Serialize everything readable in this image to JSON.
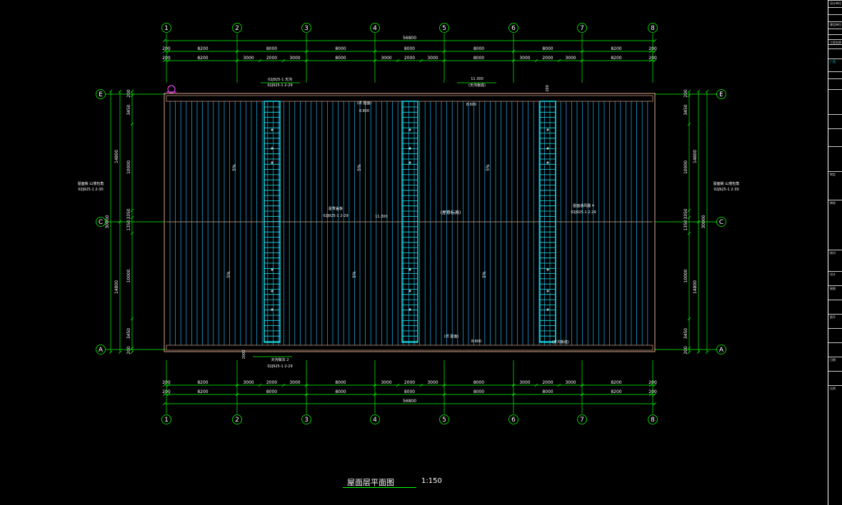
{
  "grid": {
    "columns": [
      "1",
      "2",
      "3",
      "4",
      "5",
      "6",
      "7",
      "8"
    ],
    "rows": [
      "E",
      "C",
      "A"
    ]
  },
  "dimensions": {
    "top_total": "56800",
    "top_row1": [
      "200",
      "8200",
      "8000",
      "8000",
      "8000",
      "8000",
      "8000",
      "8200",
      "200"
    ],
    "top_row2": [
      "200",
      "8200",
      "3000",
      "2000",
      "3000",
      "8000",
      "3000",
      "2000",
      "3000",
      "8000",
      "3000",
      "2000",
      "3000",
      "8200",
      "200"
    ],
    "bottom_row1": [
      "200",
      "8200",
      "3000",
      "2000",
      "3000",
      "8000",
      "3000",
      "2000",
      "3000",
      "8000",
      "3000",
      "2000",
      "3000",
      "8200",
      "200"
    ],
    "bottom_row2": [
      "200",
      "8200",
      "8000",
      "8000",
      "8000",
      "8000",
      "8000",
      "8200",
      "200"
    ],
    "bottom_total": "56800",
    "left_outer": [
      "200",
      "3450",
      "10000",
      "3350",
      "1350",
      "10000",
      "3450",
      "200"
    ],
    "left_mid": [
      "14800",
      "14800"
    ],
    "left_total": "30000",
    "right_outer": [
      "200",
      "3450",
      "10000",
      "3350",
      "1350",
      "10000",
      "3450",
      "200"
    ],
    "right_mid": [
      "14800",
      "14800"
    ],
    "right_total": "30000"
  },
  "annotations": {
    "top_ref": "02J925-1 天沟",
    "top_ref_detail": "02J925-1 2-29",
    "top_elev": "11.300",
    "top_elev_label": "(天沟板底)",
    "top_note": "(详 屋面)",
    "top_note2": "8.800",
    "top_elev2": "8.600",
    "left_ref": "02J925-1 2-30",
    "left_ref_label": "屋面板 山墙包角",
    "right_ref": "02J925-1 2-30",
    "right_ref_label": "屋面板 山墙包角",
    "center_left_ref": "02J925-1 2-29",
    "center_left_label": "屋脊盖板",
    "center_elev": "11.300",
    "center_label": "(屋脊标高)",
    "center_right_ref": "02J925-1 2-29",
    "center_right_label": "屋面通风器 4",
    "bottom_ref": "02J925-1 2-29",
    "bottom_ref_label": "天沟做法 2",
    "bottom_note": "(详 屋面)",
    "bottom_elev": "8.800",
    "bottom_elev2": "(天沟板底)",
    "slope_up": "5%",
    "slope_down": "5%",
    "dim_200": "200",
    "dim_2000": "2000"
  },
  "footer": {
    "title": "屋面层平面图",
    "scale": "1:150"
  },
  "title_block": {
    "rows": [
      "设计单位",
      "",
      "",
      "建设单位",
      "",
      "",
      "工程名称",
      "",
      "",
      "广西",
      "",
      "",
      "",
      "",
      "",
      "",
      "审定",
      "审核",
      "校对",
      "设计",
      "制图",
      "",
      "图号",
      "",
      "",
      "日期",
      "",
      "比例"
    ]
  },
  "colors": {
    "background": "#000000",
    "grid_line": "#00ff00",
    "roof_panel": "#1a9bd6",
    "skylight": "#19e6f0",
    "outline": "#d9a38c",
    "text": "#ffffff",
    "marker": "#e040e0"
  }
}
